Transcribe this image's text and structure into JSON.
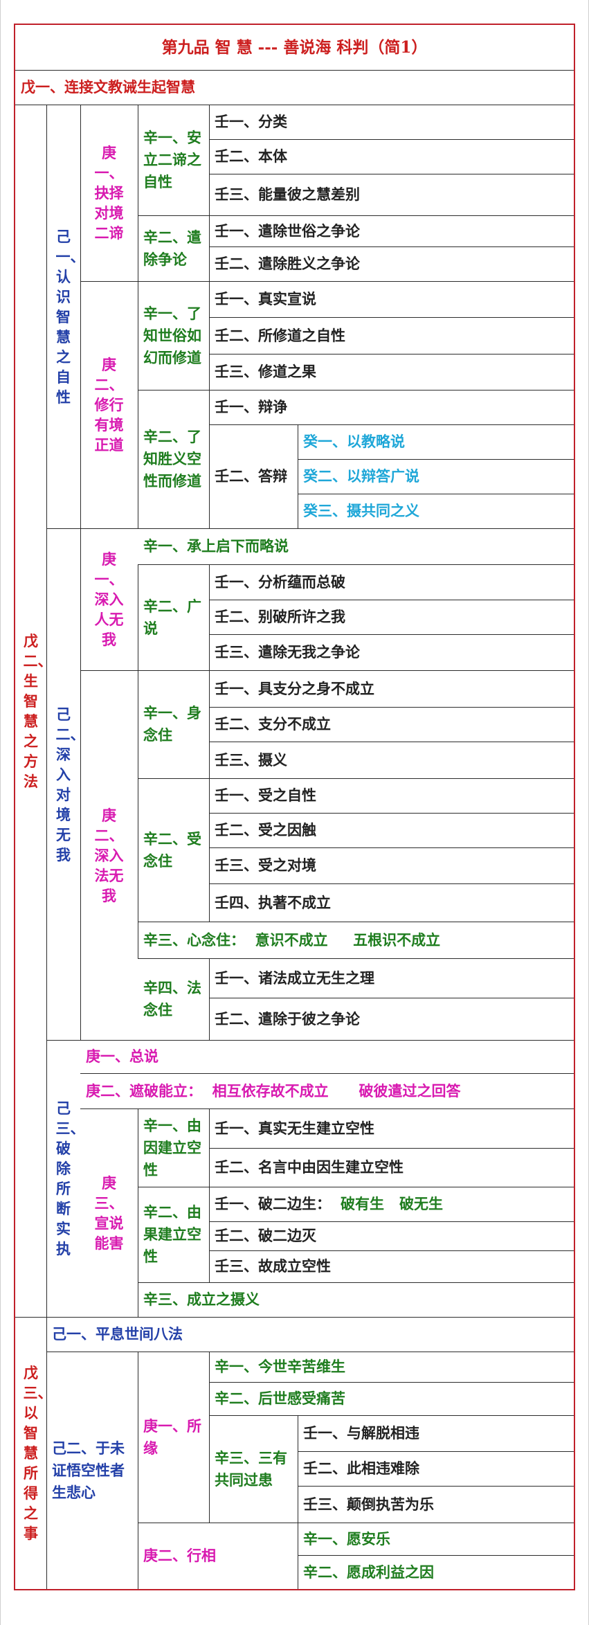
{
  "title": "第九品 智 慧 --- 善说海 科判（简1）",
  "wu1": "戊一、连接文教诫生起智慧",
  "wu2": "戊二、生智慧之方法",
  "wu3": "戊三、以智慧所得之事",
  "section1": {
    "ji1": "己一、认识智慧之自性",
    "geng1": "庚一、抉择对境二谛",
    "xin1": "辛一、安立二谛之自性",
    "ren": [
      "壬一、分类",
      "壬二、本体",
      "壬三、能量彼之慧差别"
    ],
    "xin2": "辛二、遣除争论",
    "ren2": [
      "壬一、遣除世俗之争论",
      "壬二、遣除胜义之争论"
    ],
    "geng2": "庚二、修行有境正道",
    "xin3": "辛一、了知世俗如幻而修道",
    "ren3": [
      "壬一、真实宣说",
      "壬二、所修道之自性",
      "壬三、修道之果"
    ],
    "xin4": "辛二、了知胜义空性而修道",
    "ren4a": "壬一、辩诤",
    "ren4b": "壬二、答辩",
    "gui": [
      "癸一、以教略说",
      "癸二、以辩答广说",
      "癸三、摄共同之义"
    ]
  },
  "section2": {
    "ji2": "己二、深入对境无我",
    "geng1": "庚一、深入人无我",
    "xin1": "辛一、承上启下而略说",
    "xin2": "辛二、广说",
    "ren2": [
      "壬一、分析蕴而总破",
      "壬二、别破所许之我",
      "壬三、遣除无我之争论"
    ],
    "geng2": "庚二、深入法无我",
    "xin3": "辛一、身念住",
    "ren3": [
      "壬一、具支分之身不成立",
      "壬二、支分不成立",
      "壬三、摄义"
    ],
    "xin4": "辛二、受念住",
    "ren4": [
      "壬一、受之自性",
      "壬二、受之因触",
      "壬三、受之对境",
      "壬四、执著不成立"
    ],
    "xin5": "辛三、心念住：  意识不成立     五根识不成立",
    "xin6": "辛四、法念住",
    "ren6": [
      "壬一、诸法成立无生之理",
      "壬二、遣除于彼之争论"
    ]
  },
  "section3": {
    "ji3": "己三、破除所断实执",
    "geng1": "庚一、总说",
    "geng2": "庚二、遮破能立：  相互依存故不成立      破彼遣过之回答",
    "geng3": "庚三、宣说能害",
    "xin1": "辛一、由因建立空性",
    "ren1": [
      "壬一、真实无生建立空性",
      "壬二、名言中由因生建立空性"
    ],
    "xin2": "辛二、由果建立空性",
    "ren2a": "壬一、破二边生：",
    "ren2a_extra": [
      "破有生",
      "破无生"
    ],
    "ren2": [
      "壬二、破二边灭",
      "壬三、故成立空性"
    ],
    "xin3": "辛三、成立之摄义"
  },
  "section4": {
    "ji1": "己一、平息世间八法",
    "ji2": "己二、于未证悟空性者生悲心",
    "geng1": "庚一、所缘",
    "xin1": "辛一、今世辛苦维生",
    "xin2": "辛二、后世感受痛苦",
    "xin3": "辛三、三有共同过患",
    "ren": [
      "壬一、与解脱相违",
      "壬二、此相违难除",
      "壬三、颠倒执苦为乐"
    ],
    "geng2": "庚二、行相",
    "xin4": "辛一、愿安乐",
    "xin5": "辛二、愿成利益之因"
  },
  "colors": {
    "border": "#c0202a",
    "wu": "#cc1f1f",
    "ji": "#2340a8",
    "geng": "#d81ab0",
    "xin": "#1f7d1f",
    "gui": "#1fa7d8",
    "ren": "#222222"
  }
}
